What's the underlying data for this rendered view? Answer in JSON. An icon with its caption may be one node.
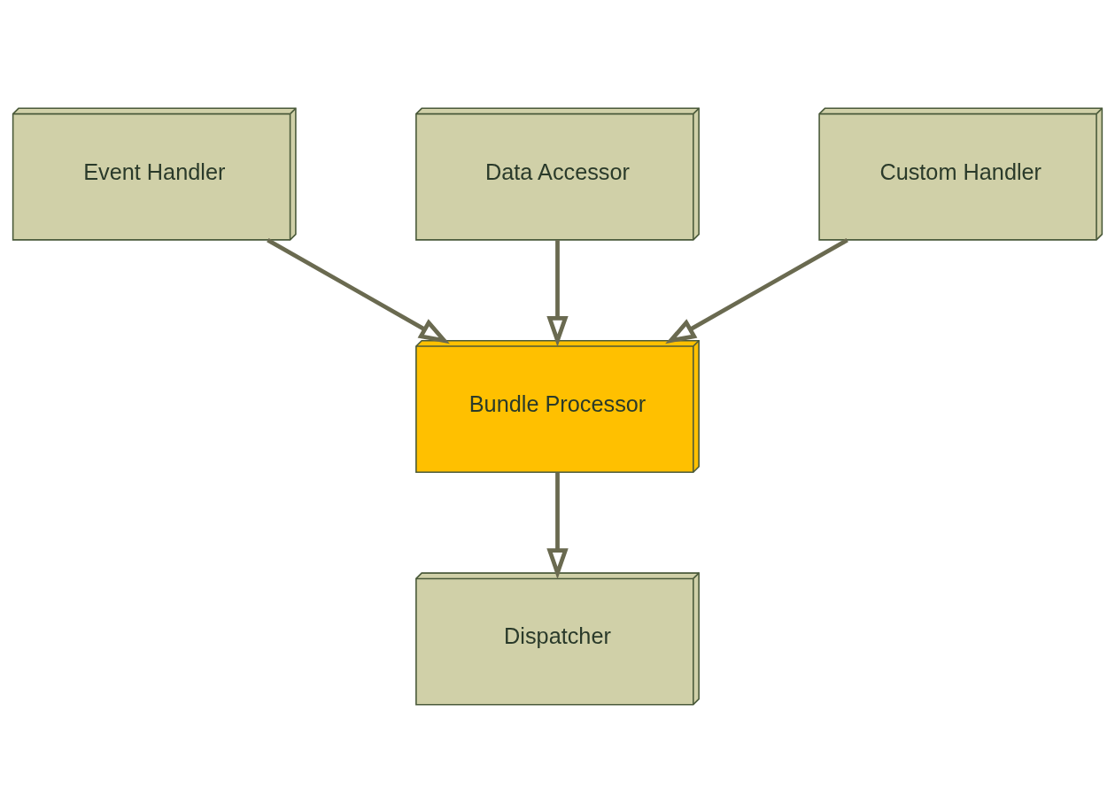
{
  "diagram": {
    "nodes": [
      {
        "text": [
          "Event Handler"
        ]
      },
      {
        "text": [
          "Data Accessor"
        ]
      },
      {
        "text": [
          "Custom Handler"
        ]
      },
      {
        "text": [
          "Bundle Processor"
        ]
      },
      {
        "text": [
          "Dispatcher"
        ]
      }
    ],
    "edges": [
      {
        "from": 0,
        "to": 3,
        "arrow": "to"
      },
      {
        "from": 1,
        "to": 3,
        "arrow": "to"
      },
      {
        "from": 2,
        "to": 3,
        "arrow": "to"
      },
      {
        "from": 3,
        "to": 4,
        "arrow": "to"
      }
    ]
  }
}
